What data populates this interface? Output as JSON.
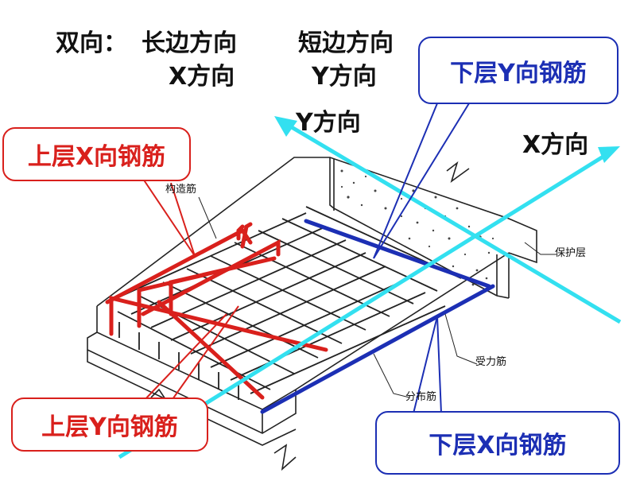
{
  "header": {
    "prefix": "双向：",
    "long_side": "长边方向",
    "short_side": "短边方向",
    "x_dir": "X方向",
    "y_dir": "Y方向"
  },
  "axes": {
    "y_label": "Y方向",
    "x_label": "X方向",
    "color": "#33e0f0"
  },
  "callouts": {
    "upper_x": "上层X向钢筋",
    "upper_y": "上层Y向钢筋",
    "lower_y": "下层Y向钢筋",
    "lower_x": "下层X向钢筋"
  },
  "drawing_labels": {
    "structural_bar": "构造筋",
    "cover": "保护层",
    "stressed_bar": "受力筋",
    "distribution_bar": "分布筋"
  },
  "colors": {
    "upper": "#d9201c",
    "lower": "#1c2fb4",
    "line": "#222222"
  }
}
